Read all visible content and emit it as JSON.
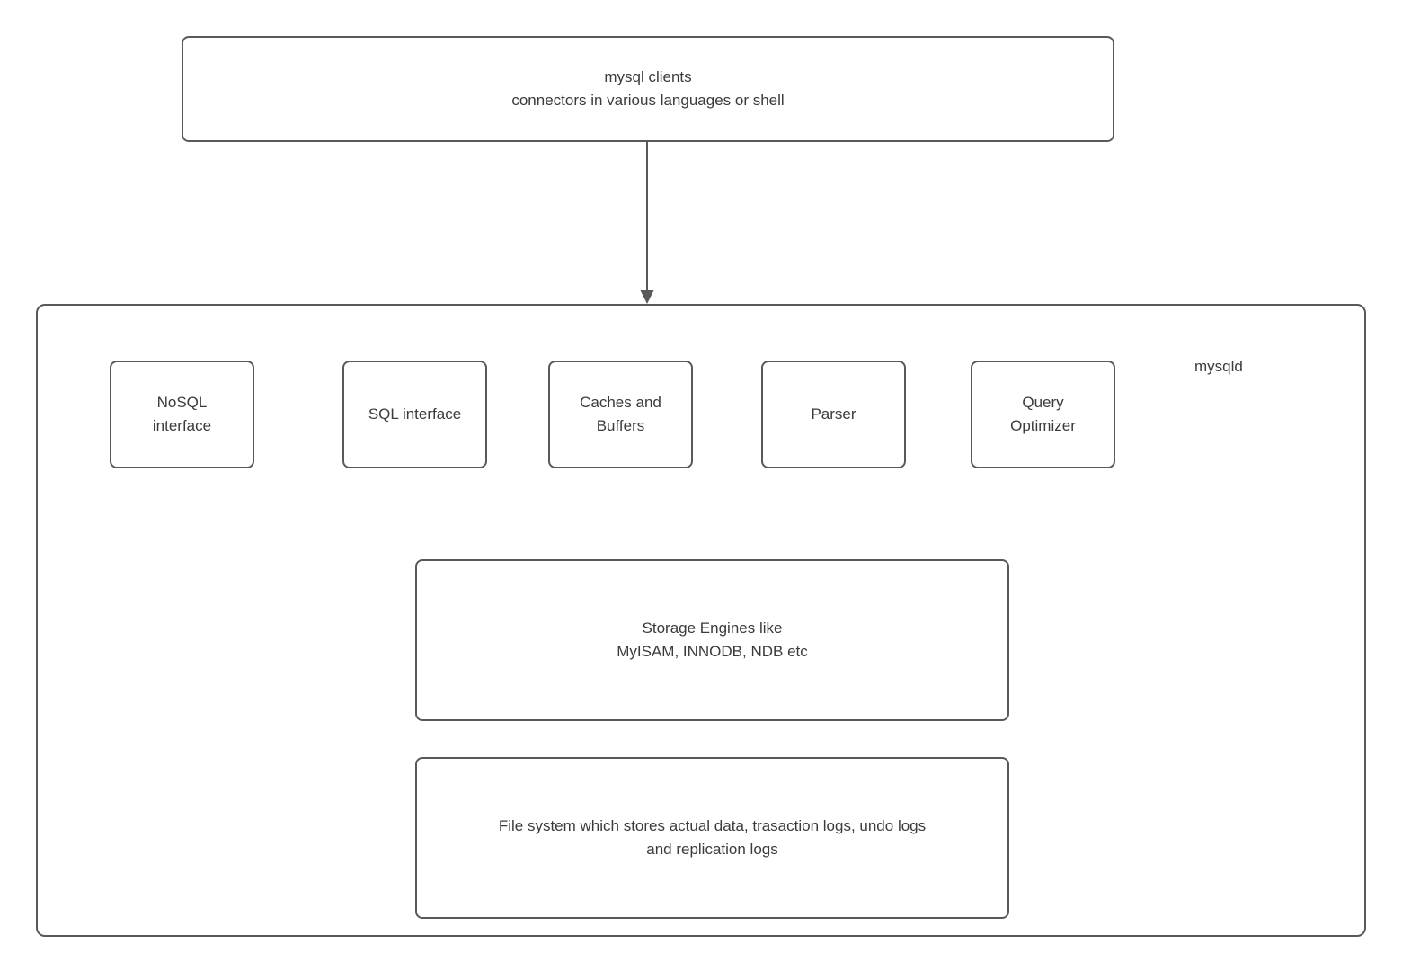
{
  "colors": {
    "border": "#595959",
    "text": "#3b3b3b",
    "background": "#ffffff"
  },
  "diagram": {
    "clients_box": {
      "label": "mysql clients\nconnectors in various languages or shell"
    },
    "mysqld_label": "mysqld",
    "interface_row": [
      {
        "label": "NoSQL\ninterface"
      },
      {
        "label": "SQL interface"
      },
      {
        "label": "Caches and\nBuffers"
      },
      {
        "label": "Parser"
      },
      {
        "label": "Query\nOptimizer"
      }
    ],
    "storage_box": {
      "label": "Storage Engines like\nMyISAM, INNODB, NDB etc"
    },
    "filesystem_box": {
      "label": "File system which stores actual data, trasaction logs, undo logs\nand replication logs"
    }
  }
}
